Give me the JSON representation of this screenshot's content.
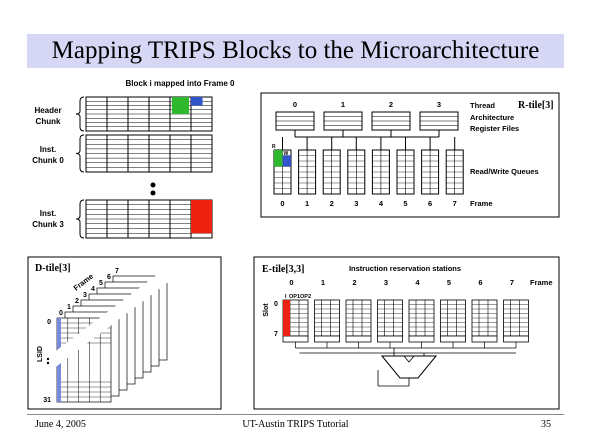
{
  "slide": {
    "title": "Mapping TRIPS Blocks to the Microarchitecture",
    "footer_left": "June 4, 2005",
    "footer_center": "UT-Austin TRIPS Tutorial",
    "footer_right": "35"
  },
  "frame_diagram": {
    "heading": "Block i mapped into Frame 0",
    "labels": [
      "Header\nChunk",
      "Inst.\nChunk 0",
      "Inst.\nChunk 3"
    ]
  },
  "rtile": {
    "title": "R-tile[3]",
    "thread_numbers": [
      "0",
      "1",
      "2",
      "3"
    ],
    "thread_label": "Thread",
    "arf_label": "Architecture\nRegister Files",
    "rw_label": "Read/Write Queues",
    "frame_numbers": [
      "0",
      "1",
      "2",
      "3",
      "4",
      "5",
      "6",
      "7"
    ],
    "frame_label": "Frame",
    "r_marker": "R",
    "w_marker": "W"
  },
  "dtile": {
    "title": "D-tile[3]",
    "frame_label": "Frame",
    "frame_numbers": [
      "0",
      "1",
      "2",
      "3",
      "4",
      "5",
      "6",
      "7"
    ],
    "lsid_label": "LSID",
    "row_first": "0",
    "row_last": "31"
  },
  "etile": {
    "title": "E-tile[3,3]",
    "heading": "Instruction reservation stations",
    "frame_numbers": [
      "0",
      "1",
      "2",
      "3",
      "4",
      "5",
      "6",
      "7"
    ],
    "frame_label": "Frame",
    "slot_label": "Slot",
    "col_labels": [
      "I",
      "OP1",
      "OP2"
    ],
    "slot_first": "0",
    "slot_last": "7"
  },
  "colors": {
    "title_bg": "#d6d6f5",
    "green": "#2eb82e",
    "blue": "#3355cc",
    "red": "#ee2211"
  }
}
